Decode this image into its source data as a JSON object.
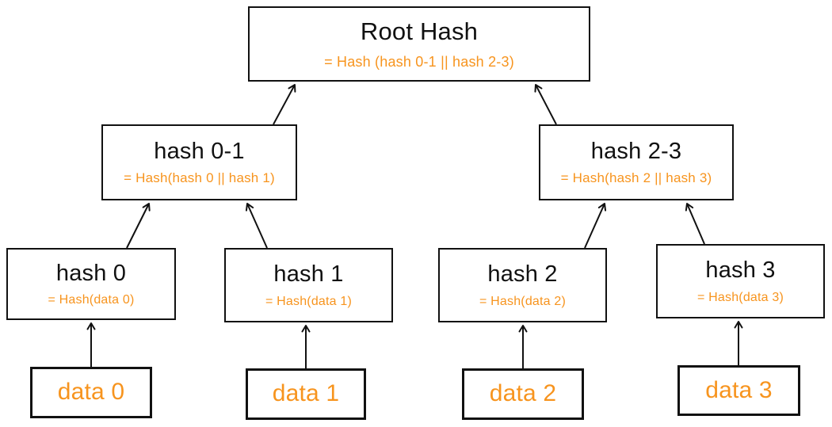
{
  "diagram": {
    "type": "merkle-tree",
    "colors": {
      "accent_orange": "#F7941E",
      "text_black": "#111111",
      "border": "#111111",
      "background": "#ffffff"
    },
    "nodes": {
      "root": {
        "label": "Root Hash",
        "formula": "= Hash (hash 0-1 || hash 2-3)"
      },
      "hash01": {
        "label": "hash 0-1",
        "formula": "= Hash(hash 0 || hash 1)"
      },
      "hash23": {
        "label": "hash 2-3",
        "formula": "= Hash(hash 2 || hash 3)"
      },
      "hash0": {
        "label": "hash 0",
        "formula": "= Hash(data 0)"
      },
      "hash1": {
        "label": "hash 1",
        "formula": "= Hash(data 1)"
      },
      "hash2": {
        "label": "hash 2",
        "formula": "= Hash(data 2)"
      },
      "hash3": {
        "label": "hash 3",
        "formula": "= Hash(data 3)"
      },
      "data0": {
        "label": "data 0"
      },
      "data1": {
        "label": "data 1"
      },
      "data2": {
        "label": "data 2"
      },
      "data3": {
        "label": "data 3"
      }
    },
    "edges": [
      {
        "from": "data0",
        "to": "hash0"
      },
      {
        "from": "data1",
        "to": "hash1"
      },
      {
        "from": "data2",
        "to": "hash2"
      },
      {
        "from": "data3",
        "to": "hash3"
      },
      {
        "from": "hash0",
        "to": "hash01"
      },
      {
        "from": "hash1",
        "to": "hash01"
      },
      {
        "from": "hash2",
        "to": "hash23"
      },
      {
        "from": "hash3",
        "to": "hash23"
      },
      {
        "from": "hash01",
        "to": "root"
      },
      {
        "from": "hash23",
        "to": "root"
      }
    ]
  }
}
